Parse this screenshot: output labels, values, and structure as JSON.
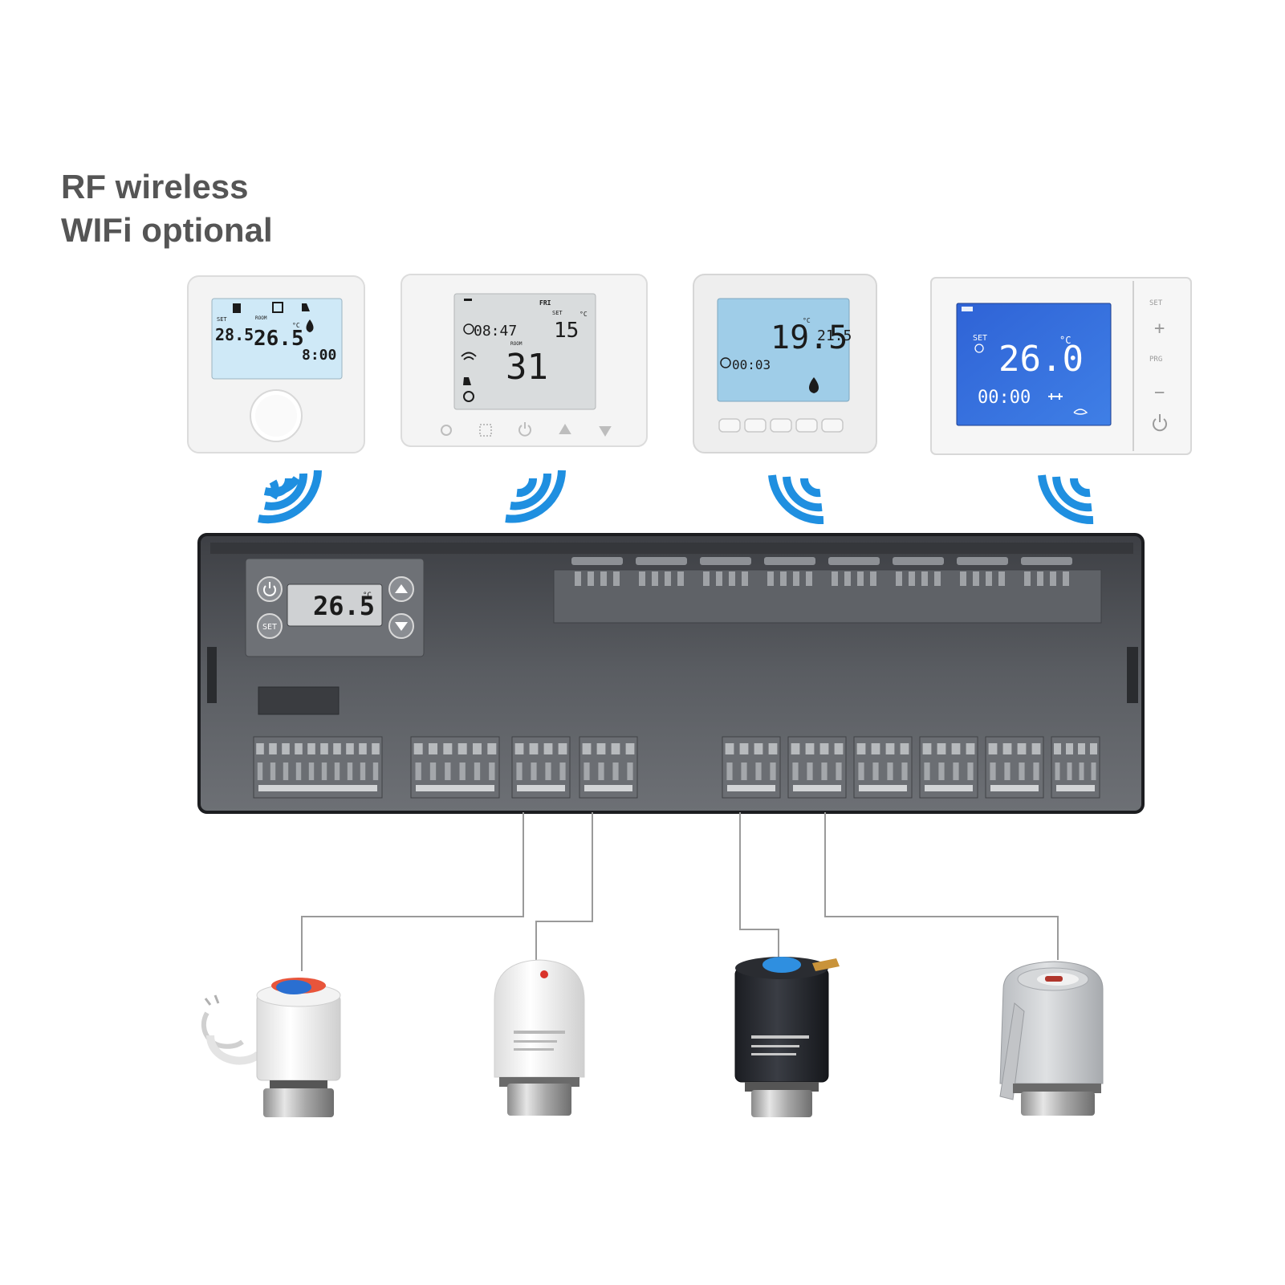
{
  "headline": {
    "line1": "RF wireless",
    "line2": "WIFi optional"
  },
  "thermostats": [
    {
      "set_label": "SET",
      "set_temp": "28.5",
      "room_label": "ROOM",
      "room_temp": "26.5",
      "time": "8:00",
      "unit": "°C"
    },
    {
      "day_label": "FRI",
      "time": "08:47",
      "set_label": "SET",
      "set_temp": "15",
      "unit": "°C",
      "room_label": "ROOM",
      "room_temp": "31"
    },
    {
      "room_temp": "19.5",
      "set_temp": "21.5",
      "time": "00:03",
      "unit": "°C"
    },
    {
      "set_label": "SET",
      "set_temp": "26.0",
      "unit": "°C",
      "time": "00:00",
      "btn_set": "SET",
      "btn_plus": "+",
      "btn_prg": "PRG",
      "btn_minus": "−"
    }
  ],
  "hub": {
    "display_temp": "26.5",
    "unit": "°C",
    "set_button": "SET"
  },
  "colors": {
    "signal_blue": "#1f8fe0",
    "hub_body": "#4a4d52",
    "lcd_light_blue": "#cfe9f7",
    "lcd_deep_blue": "#2f63d6",
    "wire": "#9a9a9a"
  }
}
